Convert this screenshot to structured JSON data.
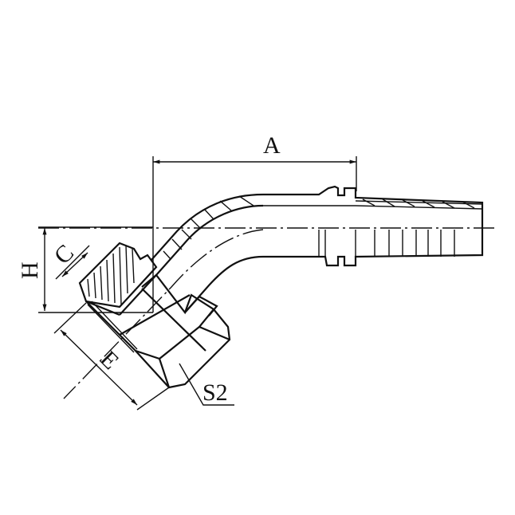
{
  "drawing": {
    "subject": "45-degree elbow hose fitting with swivel nut",
    "line_color": "#111111",
    "background": "#ffffff"
  },
  "dimensions": {
    "A": "A",
    "H": "H",
    "C": "C",
    "E": "E",
    "S2": "S2"
  }
}
